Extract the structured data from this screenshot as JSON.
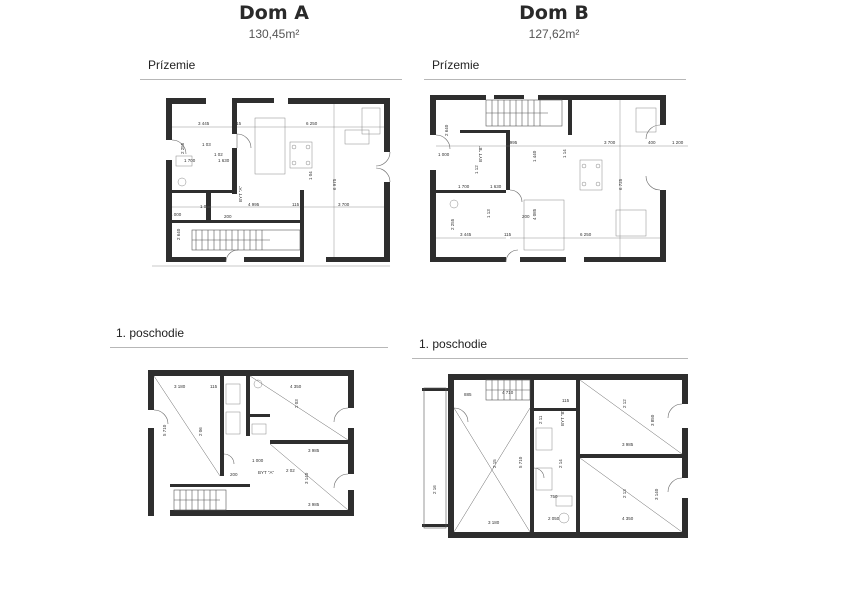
{
  "houses": [
    {
      "name": "Dom A",
      "area": "130,45m²"
    },
    {
      "name": "Dom B",
      "area": "127,62m²"
    }
  ],
  "floors": {
    "ground": "Prízemie",
    "first": "1. poschodie"
  },
  "plans": {
    "a_ground": {
      "dims": [
        "3 445",
        "115",
        "6 250",
        "1 630",
        "1 700",
        "4 995",
        "3 700",
        "115",
        "6 975",
        "2 640",
        "1 000",
        "2 255",
        "1 01",
        "1 02",
        "1 04",
        "1 03",
        "200"
      ],
      "stair": "BYT \"A\""
    },
    "b_ground": {
      "dims": [
        "4 995",
        "3 700",
        "1 200",
        "400",
        "1 440",
        "1 14",
        "6 725",
        "1 630",
        "1 700",
        "4 085",
        "3 445",
        "115",
        "6 250",
        "2 640",
        "1 000",
        "1 13",
        "2 255",
        "1 12",
        "200"
      ],
      "stair": "BYT \"B\""
    },
    "a_first": {
      "dims": [
        "3 180",
        "4 350",
        "2 06",
        "2 03",
        "5 710",
        "3 985",
        "3 140",
        "3 985",
        "2 02",
        "1 000",
        "200",
        "115"
      ],
      "stair": "BYT \"A\""
    },
    "b_first": {
      "dims": [
        "4 710",
        "885",
        "2 12",
        "3 850",
        "2 11",
        "3 985",
        "2 15",
        "5 710",
        "2 14",
        "2 16",
        "2 13",
        "3 140",
        "750",
        "2 050",
        "3 180",
        "4 350",
        "115"
      ],
      "stair": "BYT \"B\""
    }
  }
}
